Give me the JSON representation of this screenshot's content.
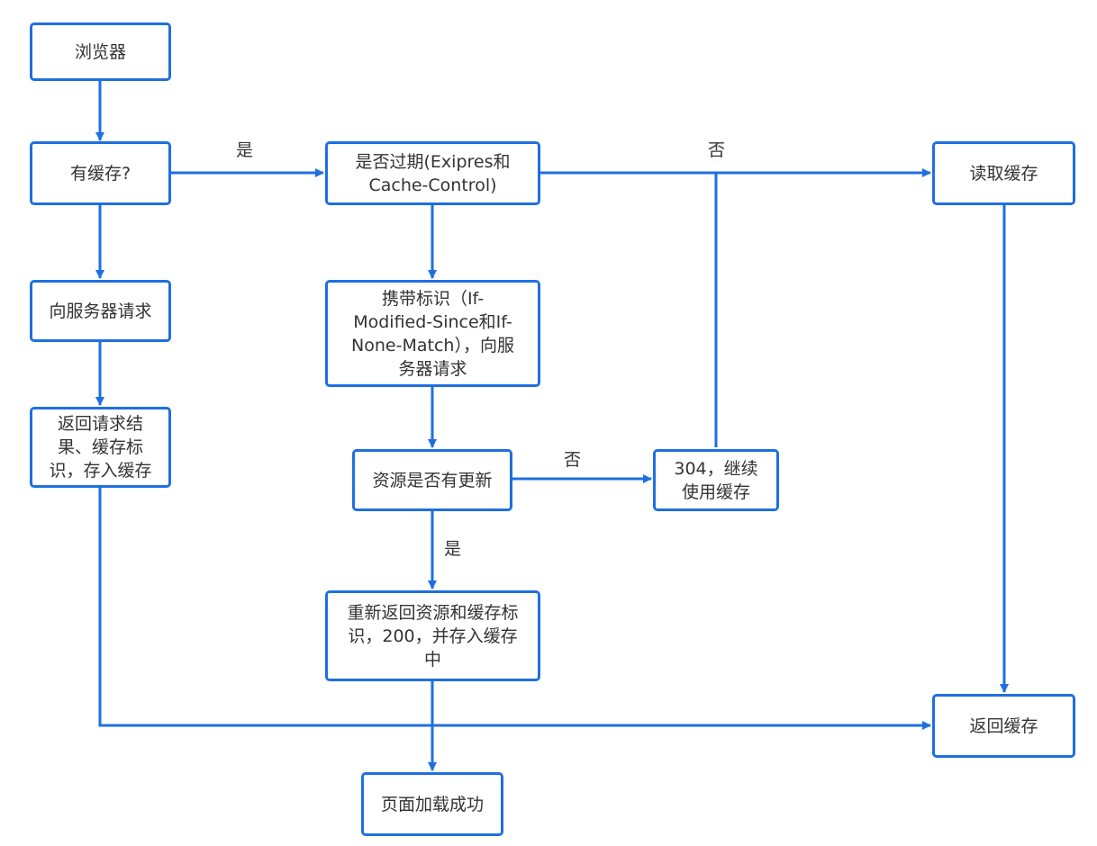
{
  "colors": {
    "accent": "#1e6fe0",
    "text": "#333333",
    "background": "#ffffff"
  },
  "nodes": {
    "browser": "浏览器",
    "has_cache": "有缓存?",
    "expired_check": "是否过期(Exipres和Cache-Control)",
    "read_cache": "读取缓存",
    "request_server": "向服务器请求",
    "carry_identifier": "携带标识（If-Modified-Since和If-None-Match），向服务器请求",
    "return_result": "返回请求结果、缓存标识，存入缓存",
    "resource_updated": "资源是否有更新",
    "not_modified": "304，继续使用缓存",
    "return_new": "重新返回资源和缓存标识，200，并存入缓存中",
    "return_cache": "返回缓存",
    "page_loaded": "页面加载成功"
  },
  "edge_labels": {
    "has_cache_yes": "是",
    "expired_no": "否",
    "updated_no": "否",
    "updated_yes": "是"
  }
}
